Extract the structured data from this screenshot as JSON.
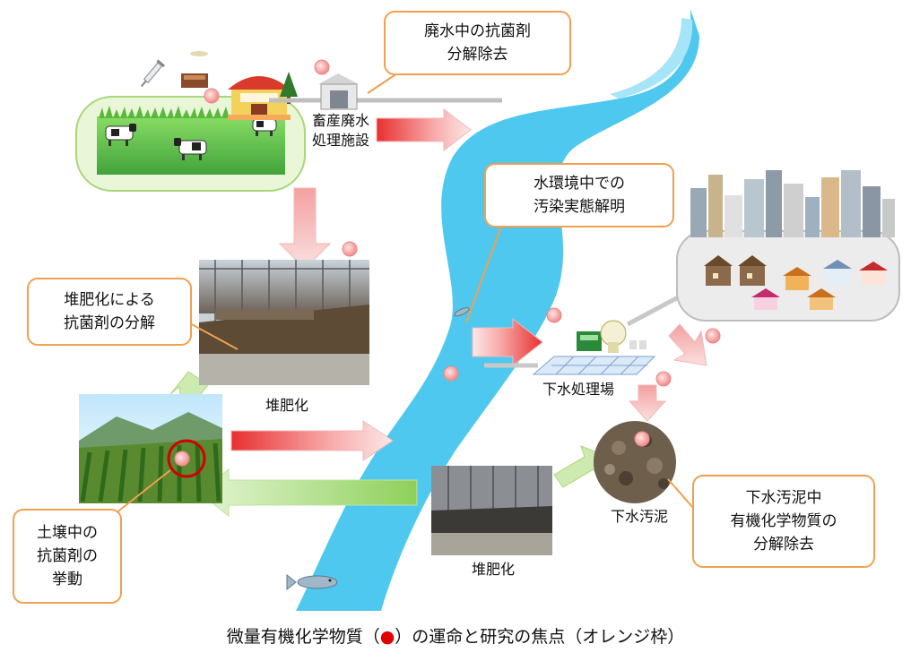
{
  "labels": {
    "callout_wastewater_l1": "廃水中の抗菌剤",
    "callout_wastewater_l2": "分解除去",
    "callout_water_l1": "水環境中での",
    "callout_water_l2": "汚染実態解明",
    "callout_compost_l1": "堆肥化による",
    "callout_compost_l2": "抗菌剤の分解",
    "callout_soil_l1": "土壌中の",
    "callout_soil_l2": "抗菌剤の",
    "callout_soil_l3": "挙動",
    "callout_sludge_l1": "下水汚泥中",
    "callout_sludge_l2": "有機化学物質の",
    "callout_sludge_l3": "分解除去",
    "facility_l1": "畜産廃水",
    "facility_l2": "処理施設",
    "sewage_plant": "下水処理場",
    "compost_top": "堆肥化",
    "compost_bottom": "堆肥化",
    "sludge": "下水汚泥"
  },
  "caption": {
    "before": "微量有機化学物質（",
    "dot": "●",
    "after": "）の運命と研究の焦点（オレンジ枠）"
  },
  "colors": {
    "callout_border": "#f0a050",
    "river": "#4fc8ef",
    "marker": "#e00000"
  }
}
